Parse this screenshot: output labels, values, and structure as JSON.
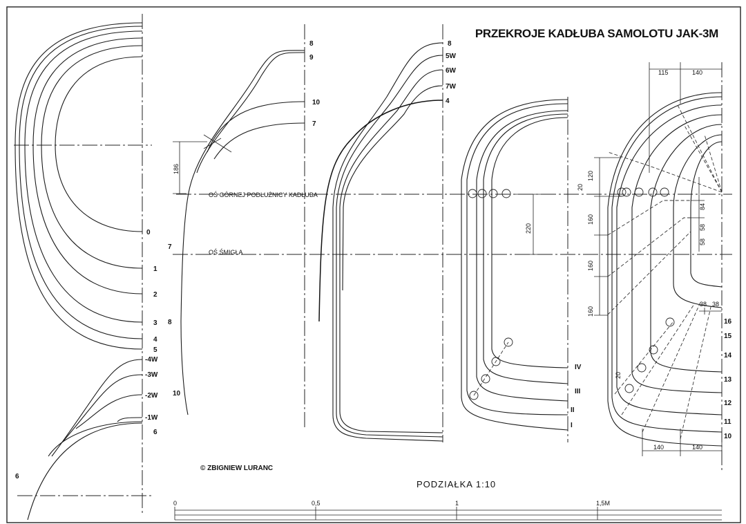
{
  "title": "PRZEKROJE KADŁUBA SAMOLOTU JAK-3M",
  "copyright": "© ZBIGNIEW LURANC",
  "scale": {
    "label": "PODZIAŁKA 1:10",
    "ticks": [
      "0",
      "0,5",
      "1",
      "1,5M"
    ]
  },
  "axes": {
    "upper_longeron": "OŚ GÓRNEJ PODŁUŻNICY KADŁUBA",
    "propeller": "OŚ ŚMIGŁA"
  },
  "panel1": {
    "top_labels": [
      "0",
      "1",
      "2",
      "3",
      "4",
      "5"
    ],
    "bottom_labels": [
      "-4W",
      "-3W",
      "-2W",
      "-1W",
      "6"
    ],
    "left_label": "6"
  },
  "panel2": {
    "labels": [
      "8",
      "9",
      "10",
      "7"
    ],
    "left_labels": [
      "7",
      "8",
      "10"
    ],
    "dim": "186"
  },
  "panel3": {
    "labels": [
      "8",
      "5W",
      "6W",
      "7W",
      "4"
    ]
  },
  "panel4": {
    "labels": [
      "IV",
      "III",
      "II",
      "I"
    ],
    "dim": "220"
  },
  "panel5": {
    "labels": [
      "16",
      "15",
      "14",
      "13",
      "12",
      "11",
      "10"
    ],
    "top_dims": [
      "115",
      "140"
    ],
    "bottom_dims": [
      "140",
      "140"
    ],
    "left_dims": [
      "20",
      "120",
      "160",
      "160",
      "160",
      "20"
    ],
    "right_dims": [
      "84",
      "58",
      "58"
    ],
    "small_dims": [
      "38",
      "38"
    ]
  }
}
